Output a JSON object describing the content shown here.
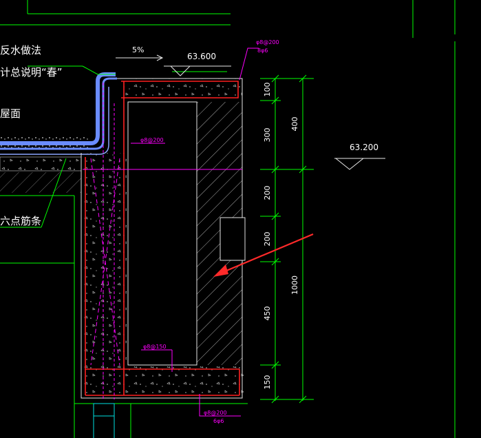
{
  "left_labels": {
    "waterproof": "反水做法",
    "general_note": "计总说明“春”",
    "face": "屋面",
    "rebar_strip": "六点筋条"
  },
  "elevations": {
    "top": "63.600",
    "side": "63.200"
  },
  "slope": "5%",
  "rebar": {
    "top_right_1": "φ8@200",
    "top_right_2": "8φ6",
    "inner_upper": "φ8@200",
    "inner_lower": "φ8@150",
    "bottom_1": "φ8@200",
    "bottom_2": "6φ6"
  },
  "dimensions": {
    "inner": [
      "100",
      "300",
      "200",
      "200",
      "450",
      "150"
    ],
    "outer": [
      "400",
      "1000"
    ]
  },
  "colors": {
    "background": "#000000",
    "green": "#00ff00",
    "magenta": "#ff00ff",
    "red": "#ff2020",
    "white": "#ffffff",
    "cyan": "#00e0e0",
    "blue": "#6a8cff",
    "arrow": "#ff2a2a"
  }
}
